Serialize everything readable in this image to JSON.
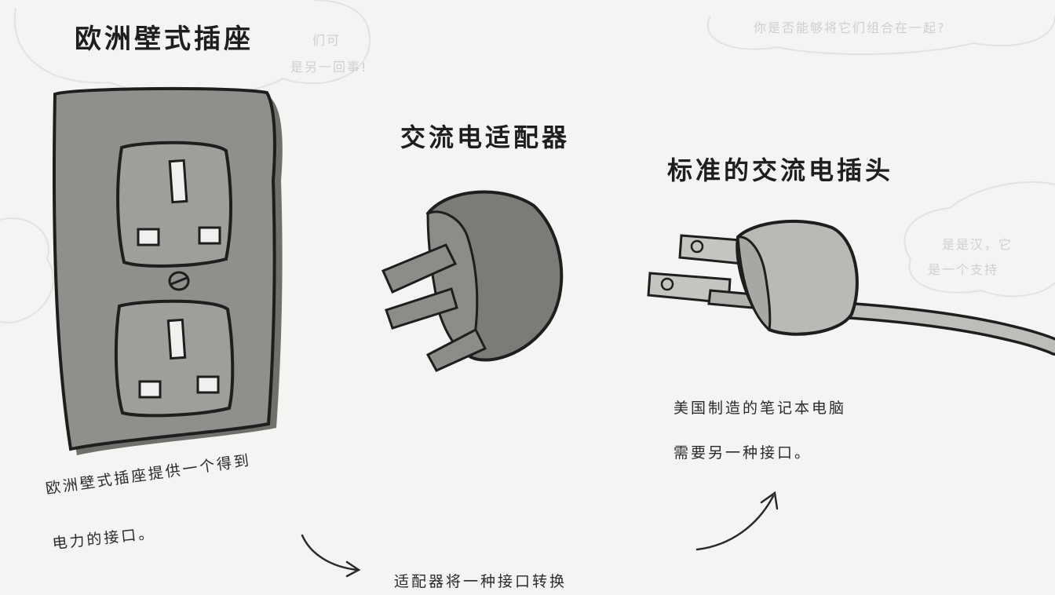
{
  "labels": {
    "outlet": "欧洲壁式插座",
    "adapter": "交流电适配器",
    "plug": "标准的交流电插头"
  },
  "notes": {
    "outlet_line1": "欧洲壁式插座提供一个得到",
    "outlet_line2": "电力的接口。",
    "plug_line1": "美国制造的笔记本电脑",
    "plug_line2": "需要另一种接口。",
    "adapter_bottom": "适配器将一种接口转换"
  },
  "background_fragments": {
    "top_left_line1": "们可",
    "top_left_line2": "是另一回事!",
    "top_right": "你是否能够将它们组合在一起?",
    "right_line1": "是是汉，它",
    "right_line2": "是一个支持"
  },
  "colors": {
    "paper": "#f4f4f2",
    "ink": "#1e1e1e",
    "outlet_fill": "#8f8f8c",
    "adapter_fill": "#7b7b78",
    "plug_fill": "#b9b9b5",
    "cloud": "#e6e6e4"
  }
}
